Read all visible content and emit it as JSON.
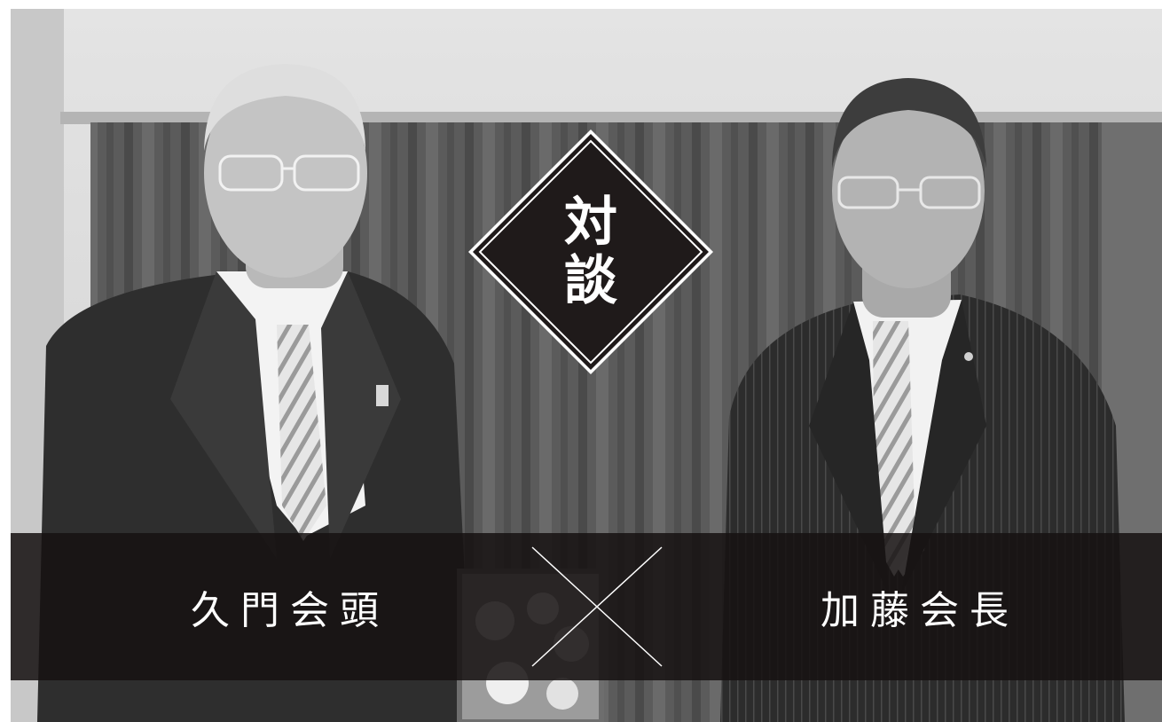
{
  "badge": {
    "line1": "対",
    "line2": "談"
  },
  "names": {
    "left": "久門会頭",
    "right": "加藤会長"
  },
  "icons": {
    "separator": "cross-icon"
  },
  "colors": {
    "band": "#161212",
    "text": "#ffffff",
    "badge": "#1f1a1a",
    "accent": "#ffffff"
  }
}
